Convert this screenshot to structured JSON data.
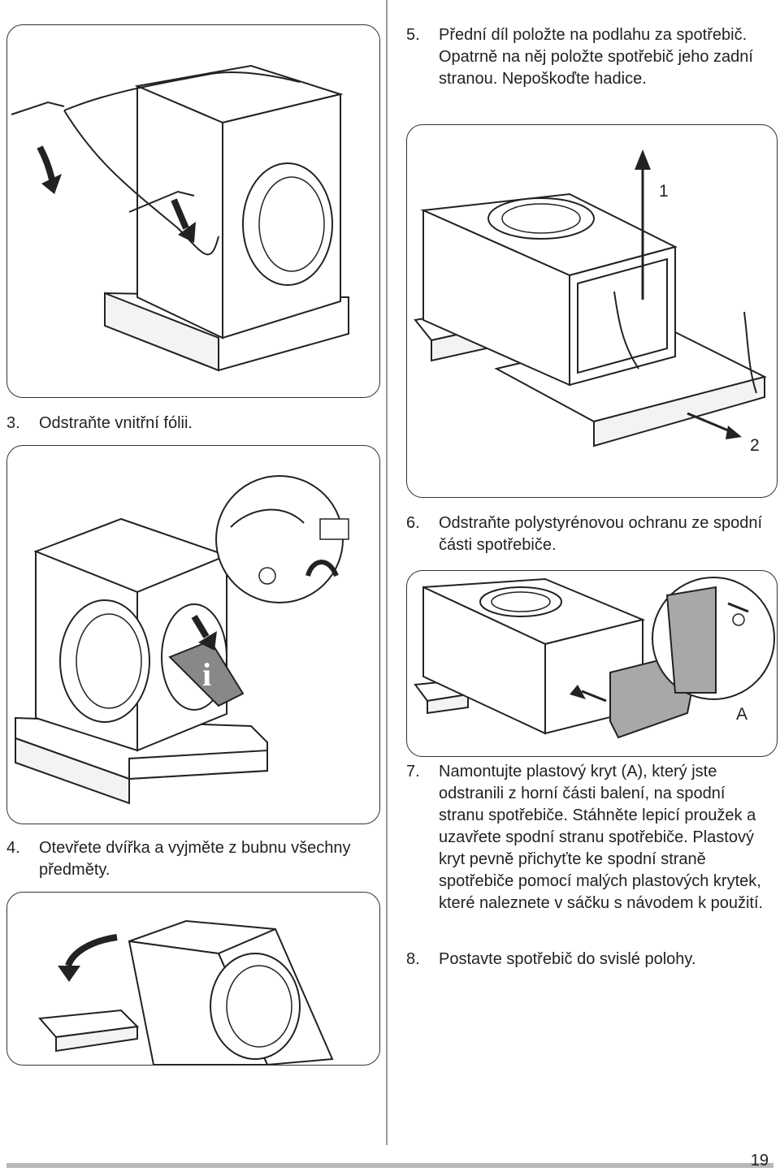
{
  "steps": [
    {
      "num": "3.",
      "text": "Odstraňte vnitřní fólii."
    },
    {
      "num": "4.",
      "text": "Otevřete dvířka a vyjměte z bubnu všechny předměty."
    },
    {
      "num": "5.",
      "text": "Přední díl položte na podlahu za spotřebič. Opatrně na něj položte spotřebič jeho zadní stranou. Nepoškoďte hadice."
    },
    {
      "num": "6.",
      "text": "Odstraňte polystyrénovou ochranu ze spodní části spotřebiče."
    },
    {
      "num": "7.",
      "text": "Namontujte plastový kryt (A), který jste odstranili z horní části balení, na spodní stranu spotřebiče. Stáhněte lepicí proužek a uzavřete spodní stranu spotřebiče. Plastový kryt pevně přichyťte ke spodní straně spotřebiče pomocí malých plastových krytek, které naleznete v sáčku s návodem k použití."
    },
    {
      "num": "8.",
      "text": "Postavte spotřebič do svislé polohy."
    }
  ],
  "figure_labels": {
    "arrow_1": "1",
    "arrow_2": "2",
    "part_a": "A"
  },
  "page_number": "19"
}
